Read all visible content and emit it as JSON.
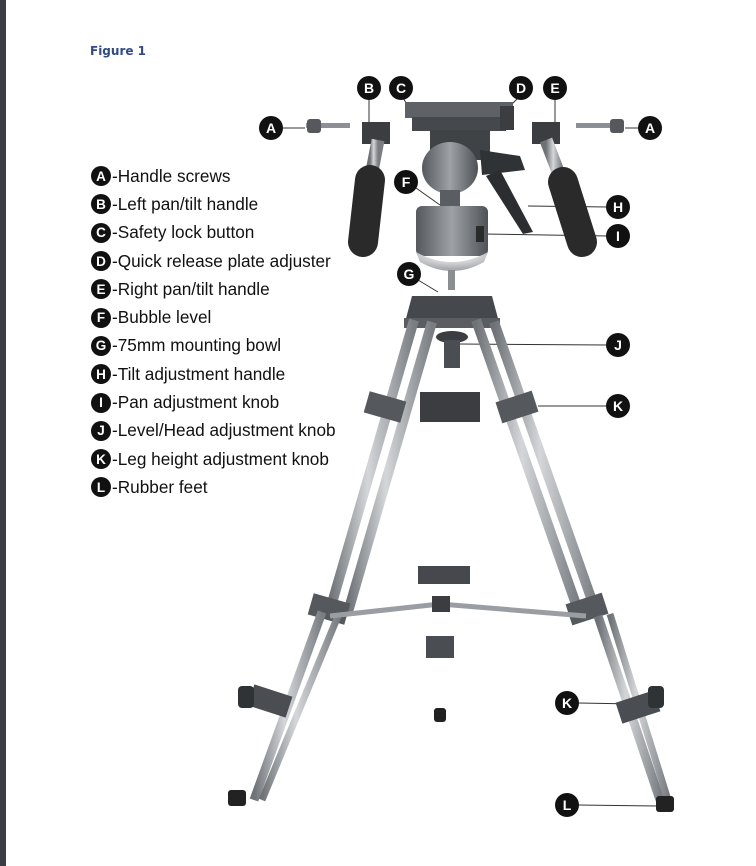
{
  "figure_label": "Figure 1",
  "legend": [
    {
      "letter": "A",
      "sep": "-",
      "text": "Handle screws"
    },
    {
      "letter": "B",
      "sep": "-",
      "text": "Left pan/tilt handle"
    },
    {
      "letter": "C",
      "sep": "-",
      "text": "Safety lock button"
    },
    {
      "letter": "D",
      "sep": "-",
      "text": "Quick release plate adjuster"
    },
    {
      "letter": "E",
      "sep": "-",
      "text": "Right pan/tilt handle"
    },
    {
      "letter": "F",
      "sep": "-",
      "text": "Bubble level"
    },
    {
      "letter": "G",
      "sep": "-",
      "text": "75mm mounting bowl"
    },
    {
      "letter": "H",
      "sep": "-",
      "text": "Tilt adjustment handle"
    },
    {
      "letter": "I",
      "sep": "-",
      "text": "Pan adjustment knob"
    },
    {
      "letter": "J",
      "sep": "-",
      "text": "Level/Head adjustment knob"
    },
    {
      "letter": "K",
      "sep": "-",
      "text": "Leg height adjustment knob"
    },
    {
      "letter": "L",
      "sep": "-",
      "text": "Rubber feet"
    }
  ],
  "callouts": [
    "A",
    "B",
    "C",
    "D",
    "E",
    "A",
    "F",
    "H",
    "I",
    "G",
    "J",
    "K",
    "K",
    "L"
  ],
  "colors": {
    "badge": "#111111",
    "title": "#2f4b88",
    "metal": "#a6a9ad",
    "dark_part": "#3b3d40",
    "handle": "#2a2a2a"
  }
}
